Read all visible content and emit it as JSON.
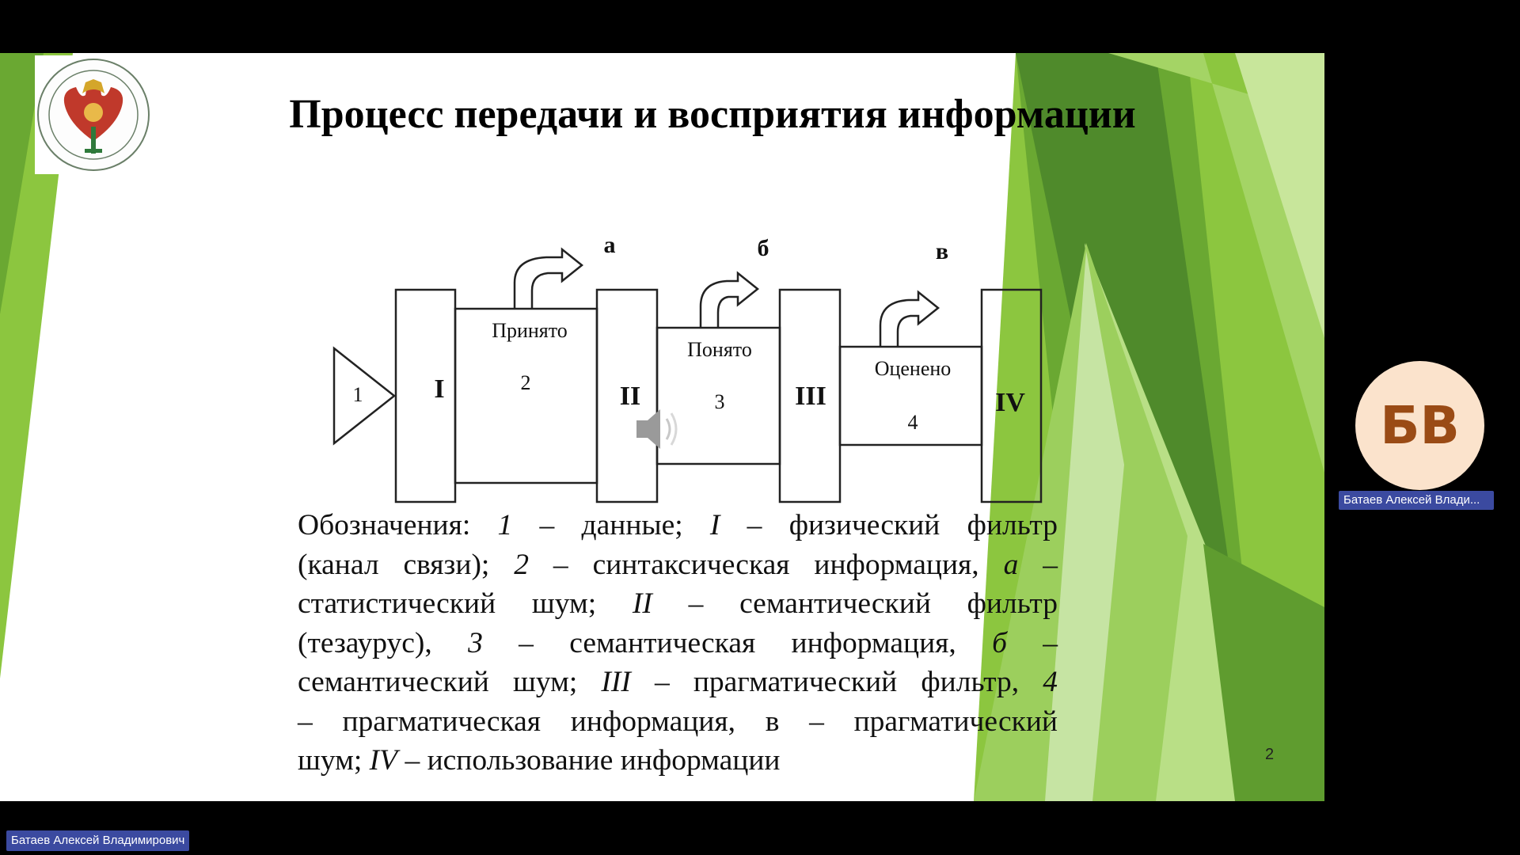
{
  "slide": {
    "title": "Процесс передачи и восприятия информации",
    "number": "2",
    "diagram": {
      "source": "1",
      "filters": [
        "I",
        "II",
        "III",
        "IV"
      ],
      "channels": [
        {
          "label": "Принято",
          "number": "2",
          "noise": "а"
        },
        {
          "label": "Понято",
          "number": "3",
          "noise": "б"
        },
        {
          "label": "Оценено",
          "number": "4",
          "noise": "в"
        }
      ]
    },
    "legend": {
      "l1": [
        "Обозначения: ",
        "1",
        " – данные; ",
        "I",
        "  – физический фильтр"
      ],
      "l2": [
        "(канал связи); ",
        "2",
        " – синтаксическая  информация, ",
        "а",
        " –"
      ],
      "l3": [
        "статистический шум; ",
        "II",
        " – семантический фильтр"
      ],
      "l4": [
        "(тезаурус), ",
        "3",
        " – семантическая информация, ",
        "б",
        " –"
      ],
      "l5": [
        "семантический шум; ",
        "III",
        " – прагматический фильтр, ",
        "4"
      ],
      "l6": [
        "– прагматическая информация, в – прагматический"
      ],
      "l7": [
        "шум; ",
        "IV",
        " – использование информации"
      ]
    }
  },
  "participants": {
    "remote": {
      "initials": "БВ",
      "name": "Батаев Алексей Влади..."
    },
    "self": {
      "name": "Батаев Алексей Владимирович"
    }
  },
  "colors": {
    "green_light": "#8cc63f",
    "green_dark": "#4f8a2b",
    "green_pale": "#d9edc2",
    "avatar_bg": "#fbe3cc",
    "avatar_text": "#9a4b15",
    "name_tag_bg": "#3b4aa0"
  },
  "icons": [
    "emblem-logo",
    "speaker-icon"
  ]
}
